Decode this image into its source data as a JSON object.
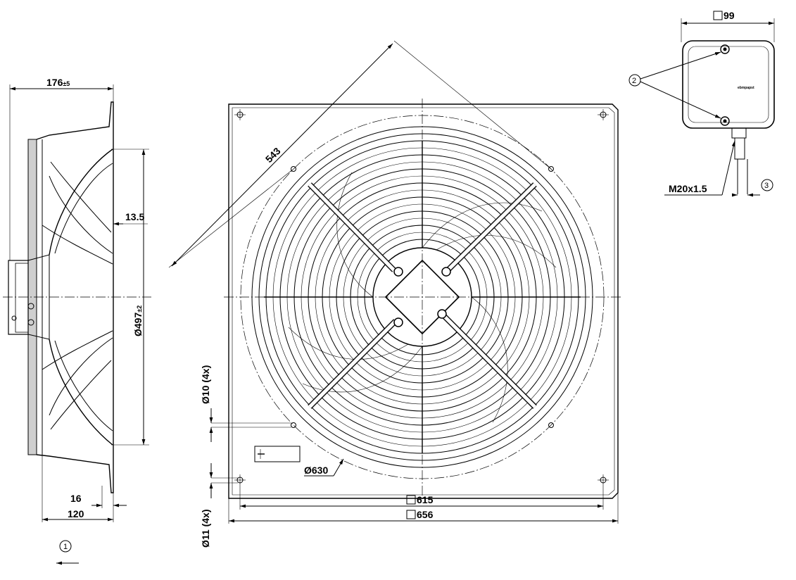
{
  "side_view": {
    "width_dim": "176",
    "width_tol": "±5",
    "flange_dim": "13.5",
    "diameter_dim": "Ø497",
    "diameter_tol": "±2",
    "depth_small": "16",
    "depth_large": "120",
    "callout_airflow": "1"
  },
  "front_view": {
    "diag_dim": "543",
    "hole_10": "Ø10 (4x)",
    "hole_11": "Ø11 (4x)",
    "ring_dim": "Ø630",
    "square_615": "615",
    "square_656": "656"
  },
  "terminal_box": {
    "size_dim": "99",
    "callout_screws": "2",
    "callout_cable": "3",
    "thread_dim": "M20x1.5",
    "brand_text": "ebmpapst"
  }
}
